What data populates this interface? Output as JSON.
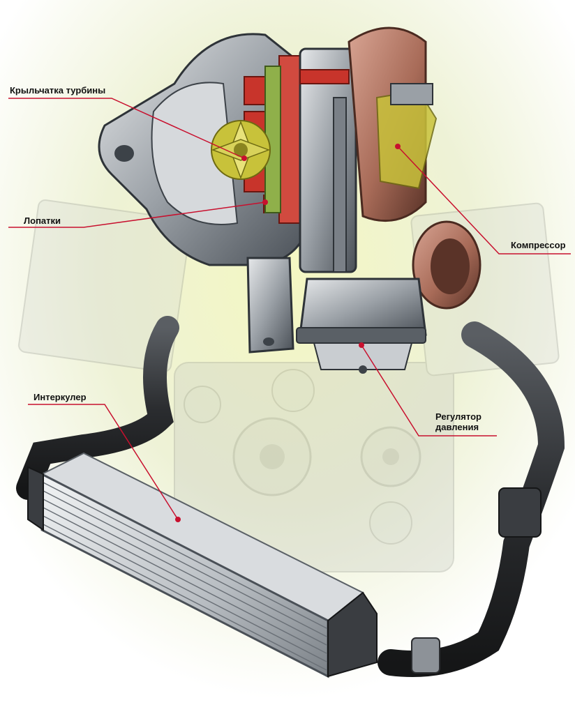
{
  "labels": {
    "turbine_wheel": "Крыльчатка турбины",
    "vanes": "Лопатки",
    "compressor": "Компрессор",
    "intercooler": "Интеркулер",
    "pressure_regulator_line1": "Регулятор",
    "pressure_regulator_line2": "давления"
  },
  "colors": {
    "leader_line": "#c8102e",
    "background_glow": "#eef3c8",
    "metal_dark": "#3c4248",
    "metal_light": "#c9cdd1",
    "vane_red": "#c8342b",
    "wheel_yellow": "#c8c23a",
    "compressor_copper": "#a86b58",
    "hose_black": "#2b2d30"
  },
  "icons": {
    "turbocharger": "turbocharger-cutaway",
    "engine": "engine-block-ghost",
    "intercooler": "intercooler-core"
  }
}
